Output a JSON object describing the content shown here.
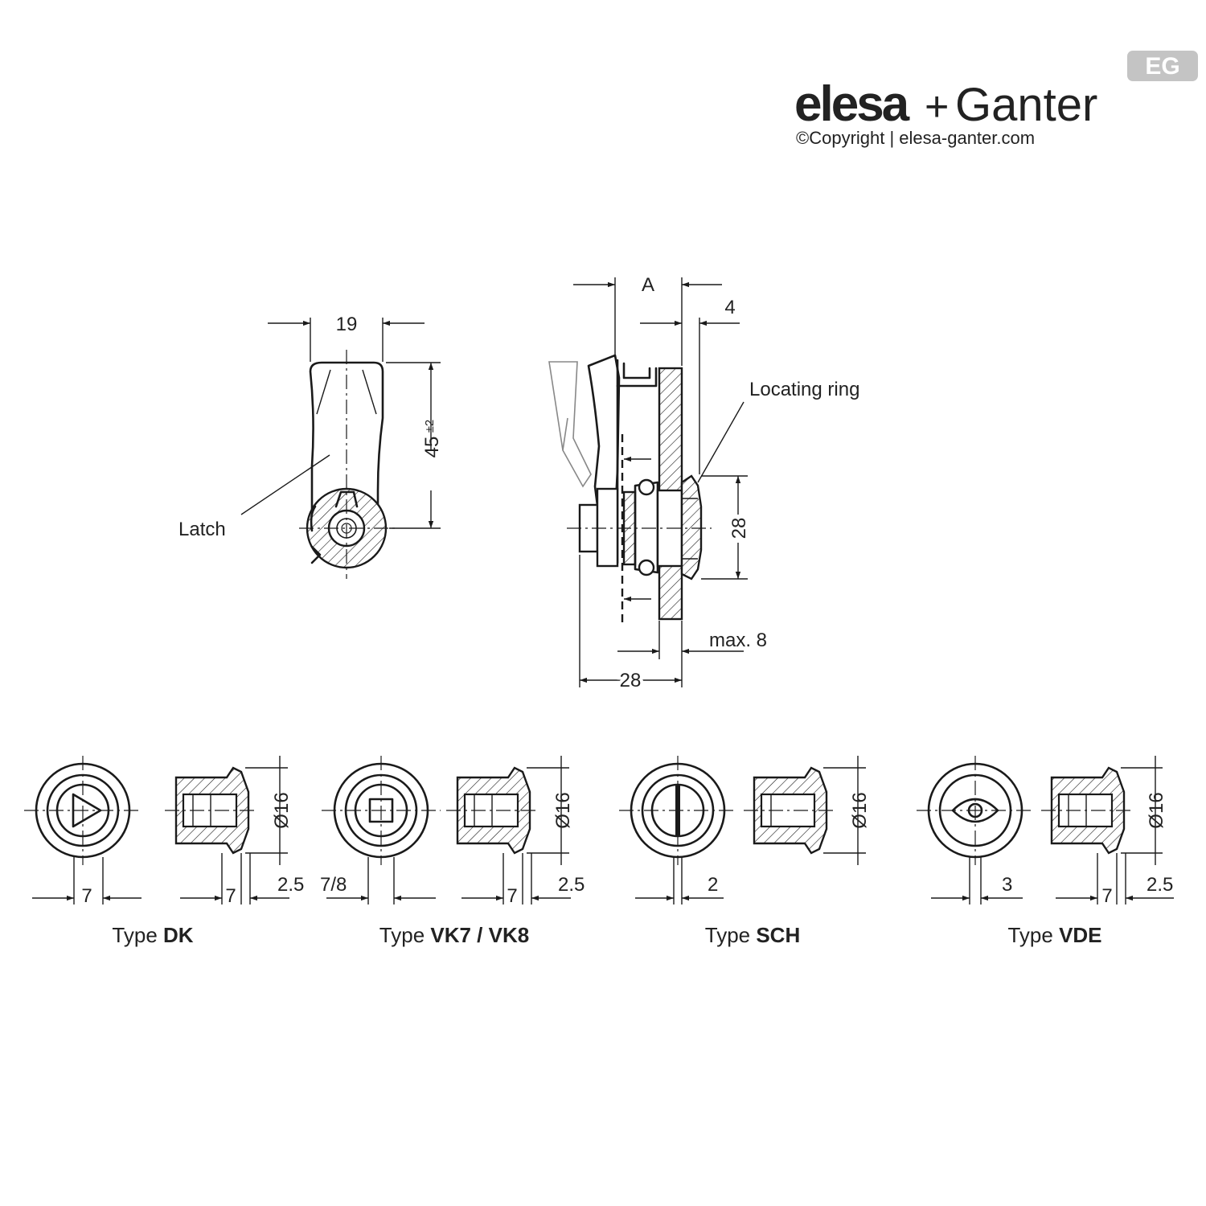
{
  "brand": {
    "name_part1": "elesa",
    "name_plus": "+",
    "name_part2": "Ganter",
    "copyright": "©Copyright | elesa-ganter.com",
    "badge": "EG",
    "color": "#c4c4c4"
  },
  "front_view": {
    "width_dim": "19",
    "height_dim": "45",
    "height_tol": "±2",
    "latch_label": "Latch"
  },
  "side_view": {
    "dim_a": "A",
    "dim_4": "4",
    "locating_ring_label": "Locating ring",
    "dim_28_vertical": "28",
    "dim_max8": "max. 8",
    "dim_28_horizontal": "28"
  },
  "types": [
    {
      "prefix": "Type ",
      "code": "DK",
      "dia": "Ø16",
      "dim_left": "7",
      "dim_mid": "7",
      "dim_right": "2.5"
    },
    {
      "prefix": "Type ",
      "code": "VK7 / VK8",
      "dia": "Ø16",
      "dim_left": "7/8",
      "dim_mid": "7",
      "dim_right": "2.5"
    },
    {
      "prefix": "Type ",
      "code": "SCH",
      "dia": "Ø16",
      "dim_left": "2",
      "dim_mid": "",
      "dim_right": ""
    },
    {
      "prefix": "Type ",
      "code": "VDE",
      "dia": "Ø16",
      "dim_left": "3",
      "dim_mid": "7",
      "dim_right": "2.5"
    }
  ]
}
